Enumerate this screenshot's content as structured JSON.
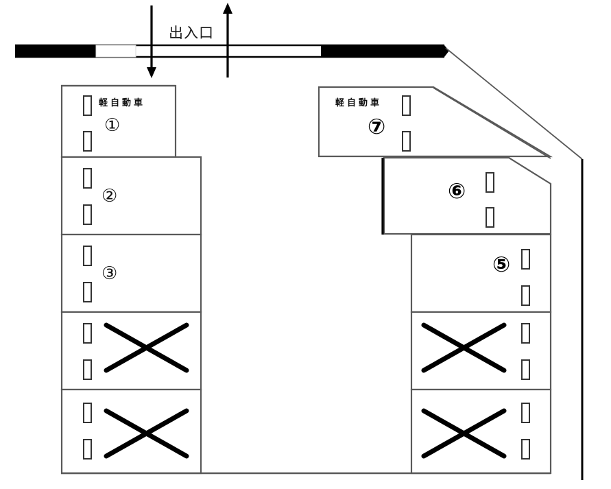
{
  "diagram": {
    "title": "parking-lot-layout",
    "entrance": {
      "label": "出入口",
      "in_arrow": "arrow-down",
      "out_arrow": "arrow-up"
    },
    "colors": {
      "line": "#595959",
      "line_dark": "#000000",
      "road_fill": "#000000",
      "text": "#111111",
      "background": "#ffffff"
    },
    "legend": {
      "kei_label": "軽自動車",
      "unavailable_mark": "X"
    },
    "stalls": [
      {
        "id": "1",
        "number": "①",
        "kei": "軽自動車",
        "available": true,
        "side": "left"
      },
      {
        "id": "2",
        "number": "②",
        "kei": "",
        "available": true,
        "side": "left"
      },
      {
        "id": "3",
        "number": "③",
        "kei": "",
        "available": true,
        "side": "left"
      },
      {
        "id": "L4",
        "number": "",
        "kei": "",
        "available": false,
        "side": "left"
      },
      {
        "id": "L5",
        "number": "",
        "kei": "",
        "available": false,
        "side": "left"
      },
      {
        "id": "7",
        "number": "⑦",
        "kei": "軽自動車",
        "available": true,
        "side": "right"
      },
      {
        "id": "6",
        "number": "⑥",
        "kei": "",
        "available": true,
        "side": "right"
      },
      {
        "id": "5",
        "number": "⑤",
        "kei": "",
        "available": true,
        "side": "right"
      },
      {
        "id": "R4",
        "number": "",
        "kei": "",
        "available": false,
        "side": "right"
      },
      {
        "id": "R5",
        "number": "",
        "kei": "",
        "available": false,
        "side": "right"
      }
    ],
    "labels": {
      "kei_1": "軽自動車",
      "kei_7": "軽自動車",
      "num_1": "①",
      "num_2": "②",
      "num_3": "③",
      "num_5": "⑤",
      "num_6": "⑥",
      "num_7": "⑦"
    }
  }
}
